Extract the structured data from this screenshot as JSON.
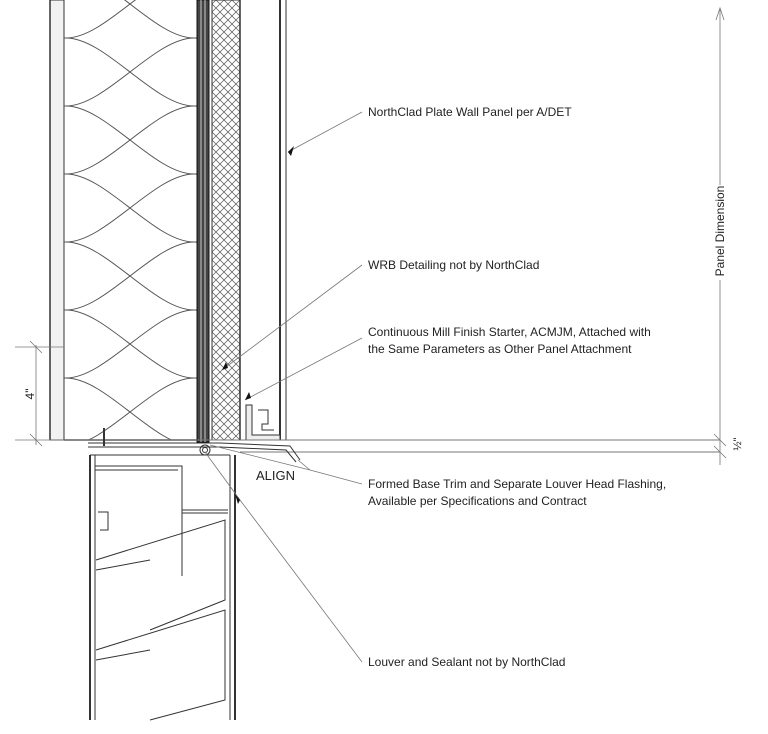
{
  "callouts": {
    "panel": "NorthClad Plate Wall Panel per A/DET",
    "wrb": "WRB Detailing not by NorthClad",
    "starter_line1": "Continuous Mill Finish Starter, ACMJM, Attached with",
    "starter_line2": "the Same Parameters as Other Panel Attachment",
    "align": "ALIGN",
    "base_trim_line1": "Formed Base Trim and Separate Louver Head Flashing,",
    "base_trim_line2": "Available per Specifications and Contract",
    "louver": "Louver and Sealant not by NorthClad"
  },
  "dimensions": {
    "panel": "Panel Dimension",
    "height_4": "4\"",
    "gap_half": "½\""
  }
}
